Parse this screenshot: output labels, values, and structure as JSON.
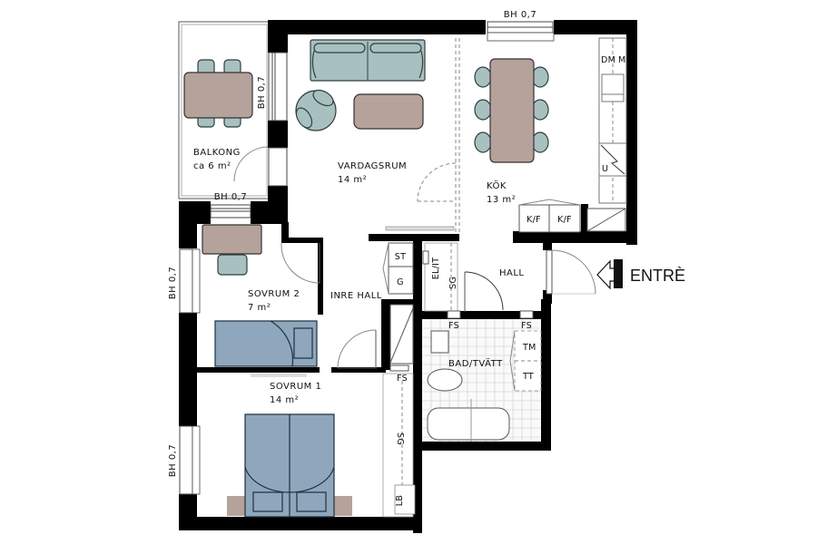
{
  "plan": {
    "entrance_label": "ENTRÈ",
    "colors": {
      "wall": "#000000",
      "soft_furniture": "#a9c0c0",
      "wood_furniture": "#b5a29a",
      "bed": "#8fa7bd",
      "background": "#ffffff"
    }
  },
  "rooms": {
    "balkong": {
      "name": "BALKONG",
      "area": "ca 6 m²"
    },
    "vardagsrum": {
      "name": "VARDAGSRUM",
      "area": "14 m²"
    },
    "kok": {
      "name": "KÖK",
      "area": "13 m²"
    },
    "hall": {
      "name": "HALL"
    },
    "inre_hall": {
      "name": "INRE HALL"
    },
    "sovrum2": {
      "name": "SOVRUM 2",
      "area": "7 m²"
    },
    "sovrum1": {
      "name": "SOVRUM 1",
      "area": "14 m²"
    },
    "bad": {
      "name": "BAD/TVÄTT"
    }
  },
  "windows": {
    "top_kitchen": "BH 0,7",
    "balcony_side": "BH 0,7",
    "balcony_bottom": "BH 0,7",
    "sovrum2_left": "BH 0,7",
    "sovrum1_left": "BH 0,7"
  },
  "fixtures": {
    "dm": "DM",
    "m": "M",
    "u": "U",
    "kf1": "K/F",
    "kf2": "K/F",
    "st": "ST",
    "g": "G",
    "el_it": "EL/IT",
    "sg_hall": "SG",
    "fs_bad_left": "FS",
    "fs_bad_right": "FS",
    "tm": "TM",
    "tt": "TT",
    "fs_sovrum1": "FS",
    "sg_sovrum1": "SG",
    "lb": "LB"
  }
}
